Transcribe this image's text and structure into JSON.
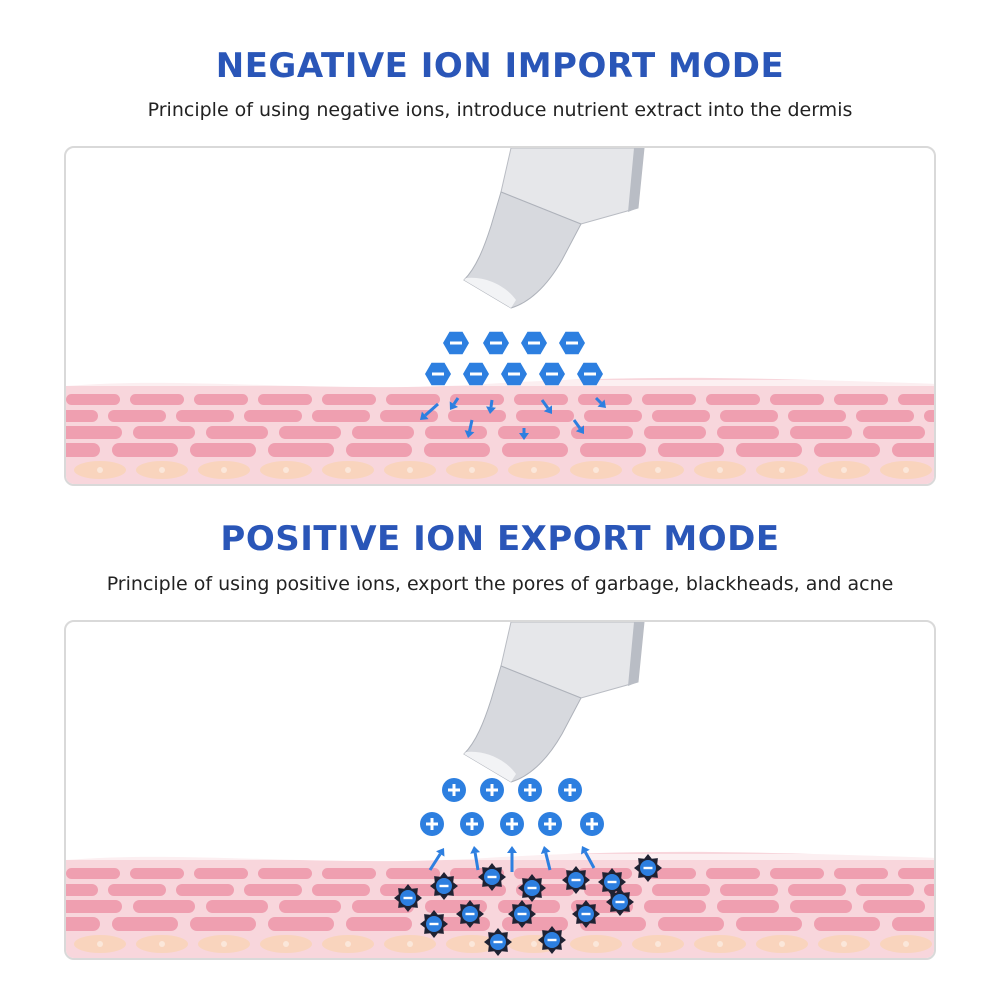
{
  "sections": [
    {
      "title": "NEGATIVE ION IMPORT MODE",
      "subtitle": "Principle of using negative ions, introduce nutrient extract into the dermis",
      "ion_symbol": "minus",
      "ion_shape": "hexagon",
      "arrow_direction": "down"
    },
    {
      "title": "POSITIVE ION EXPORT MODE",
      "subtitle": "Principle of using positive ions, export the pores of garbage, blackheads, and acne",
      "ion_symbol": "plus",
      "ion_shape": "circle",
      "arrow_direction": "up"
    }
  ],
  "colors": {
    "title": "#2a56b8",
    "ion_blue": "#2d7fe0",
    "skin_pink": "#ef9fb0",
    "skin_pale": "#f8d6dc",
    "cell_peach": "#f9d4bd",
    "impurity_dark": "#1f2233"
  },
  "icons": [
    "ultrasonic-scrubber-device-icon",
    "negative-ion-icon",
    "positive-ion-icon",
    "impurity-particle-icon",
    "arrow-icon"
  ]
}
